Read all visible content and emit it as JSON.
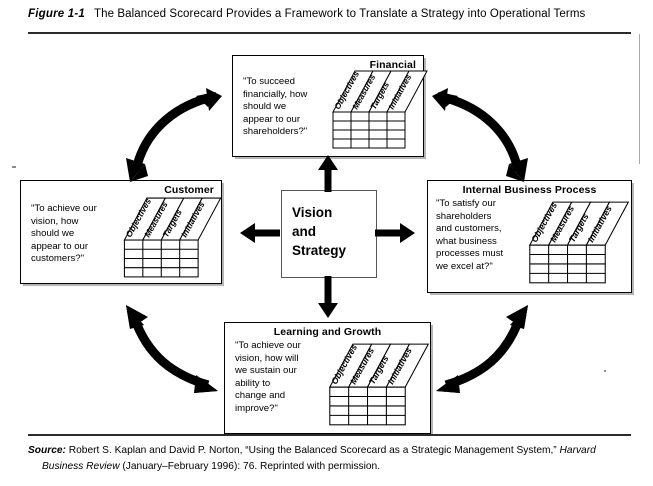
{
  "figure": {
    "number": "Figure 1-1",
    "title": "The Balanced Scorecard Provides a Framework to Translate a Strategy into Operational Terms"
  },
  "center": {
    "label": "Vision\nand\nStrategy",
    "arrows": [
      "arrow-up-to-financial",
      "arrow-right-to-internal",
      "arrow-down-to-learning",
      "arrow-left-to-customer"
    ]
  },
  "grid_columns": [
    "Objectives",
    "Measures",
    "Targets",
    "Initiatives"
  ],
  "grid_rows": 4,
  "perspectives": [
    {
      "id": "financial",
      "heading": "Financial",
      "heading_align": "right",
      "quote": "\"To succeed\nfinancially, how\nshould we\nappear to our\nshareholders?\""
    },
    {
      "id": "customer",
      "heading": "Customer",
      "heading_align": "right",
      "quote": "\"To achieve our\nvision, how\nshould we\nappear to our\ncustomers?\""
    },
    {
      "id": "internal",
      "heading": "Internal Business Process",
      "heading_align": "center",
      "quote": "\"To satisfy our\nshareholders\nand customers,\nwhat business\nprocesses must\nwe excel at?\""
    },
    {
      "id": "learning",
      "heading": "Learning and Growth",
      "heading_align": "center",
      "quote": "\"To achieve our\nvision, how will\nwe sustain our\nability to\nchange and\nimprove?\""
    }
  ],
  "corner_arrows": [
    "double-curved-arrow-top-left",
    "double-curved-arrow-top-right",
    "double-curved-arrow-bottom-left",
    "double-curved-arrow-bottom-right"
  ],
  "source": {
    "label": "Source:",
    "line1_a": " Robert S. Kaplan and David P. Norton, “Using the Balanced Scorecard as a Strategic Management System,” ",
    "line1_italic": "Harvard",
    "line2_italic": "Business Review",
    "line2_b": " (January–February 1996): 76. Reprinted with permission."
  },
  "colors": {
    "ink": "#000000",
    "rule": "#2b2b2b",
    "paper": "#ffffff",
    "shadow": "#787878"
  }
}
